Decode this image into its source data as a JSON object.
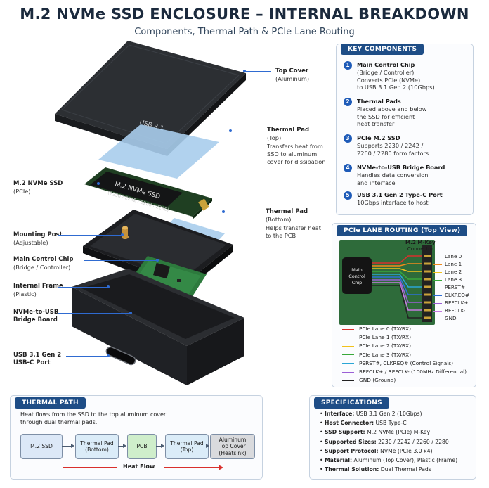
{
  "header": {
    "title": "M.2 NVMe SSD ENCLOSURE – INTERNAL BREAKDOWN",
    "subtitle": "Components, Thermal Path & PCIe Lane Routing"
  },
  "illustration": {
    "cover_label": "USB 3.1",
    "ssd_label_line1": "M.2 NVMe SSD",
    "ssd_label_line2": "(2230 / 2242 / 2260 / 2280)"
  },
  "callouts": {
    "top_cover": {
      "main": "Top Cover",
      "sub": "(Aluminum)"
    },
    "thermal_pad_top": {
      "main": "Thermal Pad",
      "sub": "(Top)",
      "desc": [
        "Transfers heat from",
        "SSD to aluminum",
        "cover for dissipation"
      ]
    },
    "ssd": {
      "main": "M.2 NVMe SSD",
      "sub": "(PCIe)"
    },
    "thermal_pad_bottom": {
      "main": "Thermal Pad",
      "sub": "(Bottom)",
      "desc": [
        "Helps transfer heat",
        "to the PCB"
      ]
    },
    "mounting_post": {
      "main": "Mounting Post",
      "sub": "(Adjustable)"
    },
    "main_chip": {
      "main": "Main Control Chip",
      "sub": "(Bridge / Controller)"
    },
    "internal_frame": {
      "main": "Internal Frame",
      "sub": "(Plastic)"
    },
    "bridge_board": {
      "main": "NVMe-to-USB",
      "sub": "Bridge Board"
    },
    "usb_port": {
      "main": "USB 3.1 Gen 2",
      "sub": "USB-C Port"
    }
  },
  "key_components": {
    "heading": "KEY COMPONENTS",
    "items": [
      {
        "num": "1",
        "title": "Main Control Chip",
        "lines": [
          "(Bridge / Controller)",
          "Converts PCIe (NVMe)",
          "to USB 3.1 Gen 2 (10Gbps)"
        ]
      },
      {
        "num": "2",
        "title": "Thermal Pads",
        "lines": [
          "Placed above and below",
          "the SSD for efficient",
          "heat transfer"
        ]
      },
      {
        "num": "3",
        "title": "PCIe M.2 SSD",
        "lines": [
          "Supports 2230 / 2242 /",
          "2260 / 2280 form factors"
        ]
      },
      {
        "num": "4",
        "title": "NVMe-to-USB Bridge Board",
        "lines": [
          "Handles data conversion",
          "and interface"
        ]
      },
      {
        "num": "5",
        "title": "USB 3.1 Gen 2 Type-C Port",
        "lines": [
          "10Gbps interface to host"
        ]
      }
    ]
  },
  "pcie_routing": {
    "heading": "PCIe LANE ROUTING (Top View)",
    "connector_label": [
      "M.2 M-Key",
      "Connector"
    ],
    "chip_label": [
      "Main",
      "Control",
      "Chip"
    ],
    "lanes": [
      {
        "label": "Lane 0",
        "color": "#d9302c"
      },
      {
        "label": "Lane 1",
        "color": "#f08a1c"
      },
      {
        "label": "Lane 2",
        "color": "#f2c21b"
      },
      {
        "label": "Lane 3",
        "color": "#38a83a"
      },
      {
        "label": "PERST#",
        "color": "#2aa6d6"
      },
      {
        "label": "CLKREQ#",
        "color": "#2d6fd6"
      },
      {
        "label": "REFCLK+",
        "color": "#9b5fd6"
      },
      {
        "label": "REFCLK-",
        "color": "#c57ae0"
      },
      {
        "label": "GND",
        "color": "#222222"
      }
    ],
    "legend": [
      {
        "label": "PCIe Lane 0 (TX/RX)",
        "color": "#d9302c"
      },
      {
        "label": "PCIe Lane 1 (TX/RX)",
        "color": "#f08a1c"
      },
      {
        "label": "PCIe Lane 2 (TX/RX)",
        "color": "#f2c21b"
      },
      {
        "label": "PCIe Lane 3 (TX/RX)",
        "color": "#38a83a"
      },
      {
        "label": "PERST#, CLKREQ# (Control Signals)",
        "color": "#2aa6d6"
      },
      {
        "label": "REFCLK+ / REFCLK- (100MHz Differential)",
        "color": "#9b5fd6"
      },
      {
        "label": "GND (Ground)",
        "color": "#222222"
      }
    ]
  },
  "thermal_path": {
    "heading": "THERMAL PATH",
    "desc": [
      "Heat flows from the SSD to the top aluminum cover",
      "through dual thermal pads."
    ],
    "steps": [
      {
        "label": [
          "M.2 SSD"
        ],
        "color": "#dce8f7"
      },
      {
        "label": [
          "Thermal Pad",
          "(Bottom)"
        ],
        "color": "#dbecf8"
      },
      {
        "label": [
          "PCB"
        ],
        "color": "#cfeecb"
      },
      {
        "label": [
          "Thermal Pad",
          "(Top)"
        ],
        "color": "#dbecf8"
      },
      {
        "label": [
          "Aluminum",
          "Top Cover",
          "(Heatsink)"
        ],
        "color": "#d9dadd"
      }
    ],
    "flow_label": "Heat Flow"
  },
  "specifications": {
    "heading": "SPECIFICATIONS",
    "rows": [
      {
        "key": "Interface:",
        "value": "USB 3.1 Gen 2 (10Gbps)"
      },
      {
        "key": "Host Connector:",
        "value": "USB Type-C"
      },
      {
        "key": "SSD Support:",
        "value": "M.2 NVMe (PCIe) M-Key"
      },
      {
        "key": "Supported Sizes:",
        "value": "2230 / 2242 / 2260 / 2280"
      },
      {
        "key": "Support Protocol:",
        "value": "NVMe (PCIe 3.0 x4)"
      },
      {
        "key": "Material:",
        "value": "Aluminum (Top Cover), Plastic (Frame)"
      },
      {
        "key": "Thermal Solution:",
        "value": "Dual Thermal Pads"
      }
    ]
  }
}
